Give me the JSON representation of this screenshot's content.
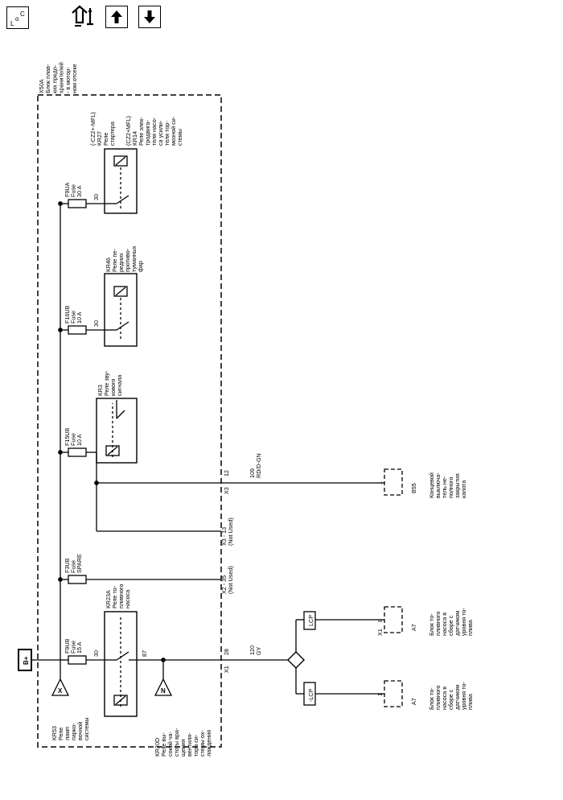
{
  "toolbar": {
    "buttons": [
      {
        "name": "location-code-icon",
        "label": "L o C"
      },
      {
        "name": "component-locator-icon",
        "label": ""
      },
      {
        "name": "page-up-icon",
        "label": ""
      },
      {
        "name": "page-down-icon",
        "label": ""
      }
    ]
  },
  "diagram": {
    "supply": "B+",
    "module": {
      "id": "X50A",
      "desc": [
        "Блок плав-",
        "ких предо-",
        "хранителей",
        "- в мотор-",
        "ном отсеке"
      ]
    },
    "fuses": [
      {
        "id": "F9UB",
        "type": "Fuse",
        "rating": "15 A"
      },
      {
        "id": "F3UB",
        "type": "Fuse",
        "rating": "SPARE"
      },
      {
        "id": "F15UB",
        "type": "Fuse",
        "rating": "10 A"
      },
      {
        "id": "F16UB",
        "type": "Fuse",
        "rating": "10 A"
      },
      {
        "id": "F9UA",
        "type": "Fuse",
        "rating": "30 A"
      }
    ],
    "relays": {
      "kr23a": {
        "id": "KR23A",
        "desc": [
          "Реле то-",
          "пливного",
          "насоса"
        ],
        "pins": [
          "30",
          "87"
        ]
      },
      "kr3": {
        "id": "KR3",
        "desc": [
          "Реле зву-",
          "кового",
          "сигнала"
        ]
      },
      "kr46": {
        "id": "KR46",
        "desc": [
          "Реле пе-",
          "редних",
          "противо-",
          "туманных",
          "фар"
        ],
        "pin": "30"
      },
      "kr27": {
        "id": "KR27",
        "option": "(-CZ2+-MFL)",
        "desc": [
          "Реле",
          "стартера"
        ],
        "pin": "30"
      },
      "kr14": {
        "id": "KR14",
        "option": "(CZ2+MFL)",
        "desc": [
          "Реле элек-",
          "тродвига-",
          "теля насо-",
          "са усили-",
          "теля тор-",
          "мозной си-",
          "стемы"
        ]
      }
    },
    "refs": {
      "kr53": {
        "letter": "X",
        "lines": [
          "KR53",
          "Реле",
          "ламп",
          "парко-",
          "вочной",
          "системы"
        ]
      },
      "kr20d": {
        "letter": "N",
        "lines": [
          "KR20D",
          "Реле вы-",
          "сокой ча-",
          "стоты вра-",
          "щения",
          "вентиля-",
          "тора си-",
          "стемы ох-",
          "лаждения"
        ]
      }
    },
    "connectors": {
      "x1_28": {
        "conn": "X1",
        "pin": "28"
      },
      "x2_35": {
        "conn": "X2 - 35",
        "note": "(Not Used)"
      },
      "x3_13": {
        "conn": "X3 - 13",
        "note": "(Not Used)"
      },
      "x3_12": {
        "conn": "X3",
        "pin": "12"
      }
    },
    "wires": {
      "w120": {
        "num": "120",
        "color": "GY"
      },
      "w109": {
        "num": "109",
        "color": "RD/D-GN"
      }
    },
    "options": {
      "lcp": "LCP",
      "no_lcp": "-LCP"
    },
    "components": {
      "b55": {
        "pin": "1",
        "id": "B55",
        "desc": [
          "Концевой",
          "выключа-",
          "тель не-",
          "полного",
          "закрытия",
          "капота"
        ]
      },
      "a7_lcp": {
        "pin": "8",
        "conn": "X1",
        "id": "A7",
        "desc": [
          "Блок то-",
          "пливного",
          "насоса в",
          "сборе с",
          "датчиком",
          "уровня то-",
          "плива"
        ]
      },
      "a7_nolcp": {
        "pin": "1",
        "id": "A7",
        "desc": [
          "Блок то-",
          "пливного",
          "насоса в",
          "сборе с",
          "датчиком",
          "уровня то-",
          "плива"
        ]
      }
    }
  }
}
